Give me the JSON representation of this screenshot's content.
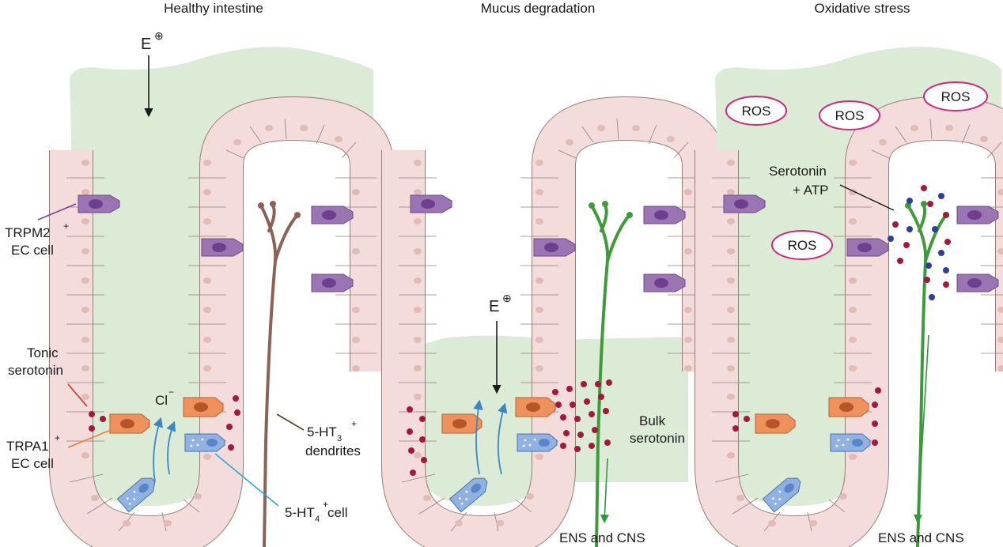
{
  "panels": [
    {
      "title": "Healthy intestine"
    },
    {
      "title": "Mucus degradation"
    },
    {
      "title": "Oxidative stress"
    }
  ],
  "labels": {
    "e_sup": "E",
    "e_sym": "⊕",
    "trpm2": "TRPM2",
    "trpm2_sup": "+",
    "ec_cell_1": "EC cell",
    "tonic_1": "Tonic",
    "tonic_2": "serotonin",
    "trpa1": "TRPA1",
    "trpa1_sup": "+",
    "ec_cell_2": "EC cell",
    "cl": "Cl",
    "cl_sup": "−",
    "ht3_a": "5-HT",
    "ht3_sub": "3",
    "ht3_sup": "+",
    "ht3_b": "dendrites",
    "ht4_a": "5-HT",
    "ht4_sub": "4",
    "ht4_sup": "+",
    "ht4_b": " cell",
    "bulk_1": "Bulk",
    "bulk_2": "serotonin",
    "ens_cns": "ENS and CNS",
    "ros": "ROS",
    "sero_atp_1": "Serotonin",
    "sero_atp_2": "+ ATP"
  },
  "colors": {
    "mucus": "#dcebd6",
    "epithelium": "#f3dcd9",
    "epithelium_stroke": "#9a7b78",
    "nucleus": "#e0bcb6",
    "trpm2_cell": "#9b74b3",
    "trpa1_cell": "#ef915c",
    "ht4_cell": "#8fb2e2",
    "nerve_healthy": "#8a6356",
    "nerve_stimulated": "#3f9a3c",
    "serotonin_dot": "#a3193c",
    "atp_dot": "#2d3f9b",
    "ros_ring": "#d6237e",
    "cl_arrow": "#3c86c8"
  }
}
